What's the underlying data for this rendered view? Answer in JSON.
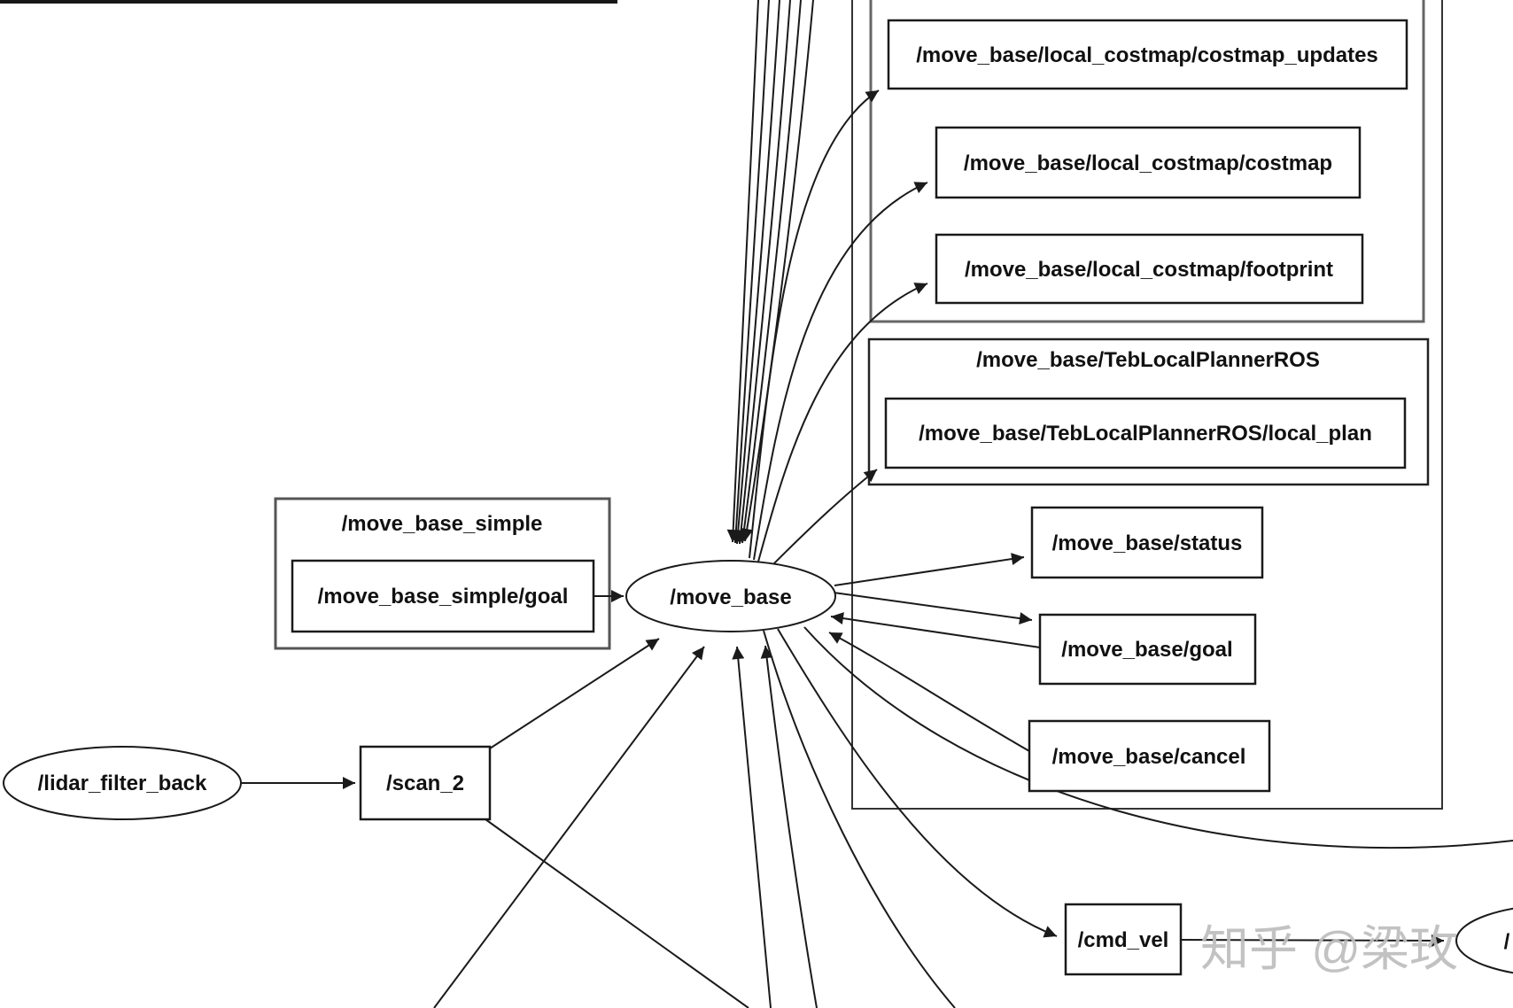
{
  "diagram": {
    "type": "ros-node-graph",
    "background_color": "#ffffff",
    "edge_color": "#1a1a1a"
  },
  "nodes": {
    "move_base": {
      "label": "/move_base",
      "shape": "ellipse"
    },
    "lidar_filter_back": {
      "label": "/lidar_filter_back",
      "shape": "ellipse"
    },
    "partial_right_node": {
      "label": "/",
      "shape": "ellipse"
    }
  },
  "topics": {
    "costmap_updates": {
      "label": "/move_base/local_costmap/costmap_updates"
    },
    "costmap": {
      "label": "/move_base/local_costmap/costmap"
    },
    "footprint": {
      "label": "/move_base/local_costmap/footprint"
    },
    "local_plan": {
      "label": "/move_base/TebLocalPlannerROS/local_plan"
    },
    "status": {
      "label": "/move_base/status"
    },
    "goal": {
      "label": "/move_base/goal"
    },
    "cancel": {
      "label": "/move_base/cancel"
    },
    "move_base_simple_goal": {
      "label": "/move_base_simple/goal"
    },
    "scan_2": {
      "label": "/scan_2"
    },
    "cmd_vel": {
      "label": "/cmd_vel"
    }
  },
  "groups": {
    "teb_local_planner": {
      "label": "/move_base/TebLocalPlannerROS"
    },
    "move_base_simple": {
      "label": "/move_base_simple"
    }
  },
  "watermark": {
    "text": "知乎 @梁玫"
  }
}
